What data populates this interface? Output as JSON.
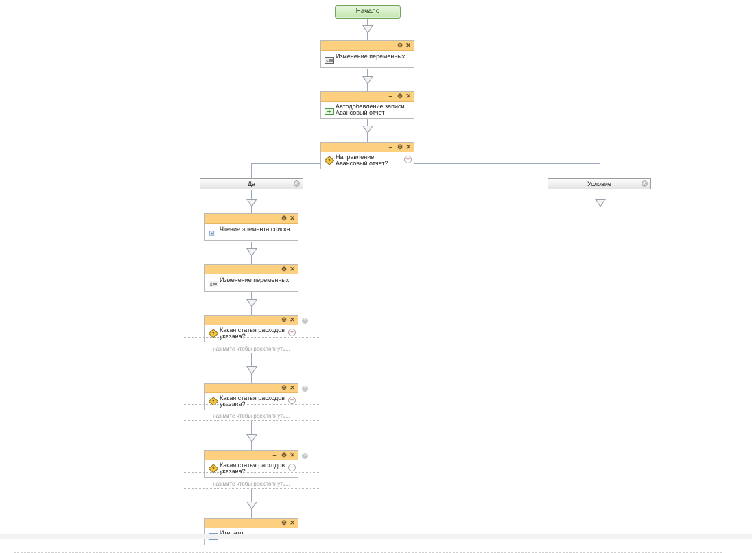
{
  "start": {
    "label": "Начало"
  },
  "nodes": [
    {
      "id": "n1",
      "label": "Изменение переменных",
      "icon": "variables-icon"
    },
    {
      "id": "n2",
      "label": "Автодобавление записи Авансовый отчет",
      "icon": "add-record-icon"
    },
    {
      "id": "n3",
      "label": "Направление Авансовый отчет?",
      "icon": "decision-icon"
    },
    {
      "id": "n4",
      "label": "Чтение элемента списка",
      "icon": "read-list-item-icon"
    },
    {
      "id": "n5",
      "label": "Изменение переменных",
      "icon": "variables-icon"
    },
    {
      "id": "n6",
      "label": "Какая статья расходов указана?",
      "icon": "decision-icon"
    },
    {
      "id": "n7",
      "label": "Какая статья расходов указана?",
      "icon": "decision-icon"
    },
    {
      "id": "n8",
      "label": "Какая статья расходов указана?",
      "icon": "decision-icon"
    },
    {
      "id": "n9",
      "label": "Итератор",
      "icon": "iterator-icon"
    }
  ],
  "branches": [
    {
      "label": "Да"
    },
    {
      "label": "Условие"
    }
  ],
  "expand_hint": "нажмите чтобы расхлопнуть...",
  "controls": {
    "minimize": "–",
    "settings": "⚙",
    "close": "✕",
    "add": "+",
    "help": "?"
  },
  "colors": {
    "header": "#fcd07f",
    "start_fill": "#c3e6b0",
    "connector": "#9aa9bd"
  }
}
